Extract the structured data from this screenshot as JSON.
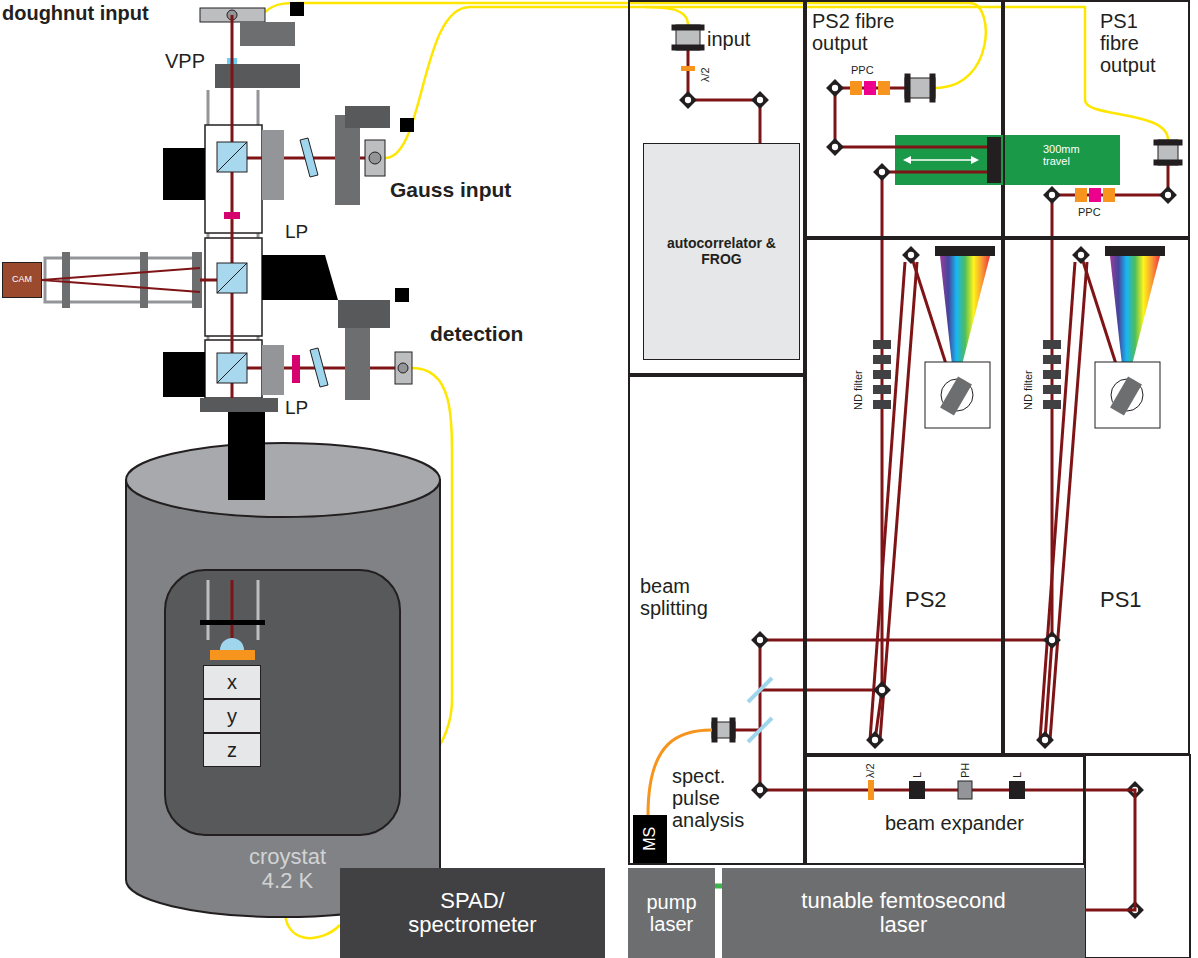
{
  "diagram": {
    "nodes": [
      {
        "text": [
          "CAM"
        ]
      },
      {
        "text": [
          "croystat 4.2 K"
        ]
      },
      {
        "text": [
          "x"
        ],
        "in": 1
      },
      {
        "text": [
          "y"
        ],
        "in": 1
      },
      {
        "text": [
          "z"
        ],
        "in": 1
      },
      {
        "text": [
          "SPAD/ spectrometer"
        ]
      },
      {
        "text": [
          "input"
        ]
      },
      {
        "text": [
          "autocorrelator & FROG"
        ],
        "in": 6
      },
      {
        "text": [
          "PS2 fibre output"
        ]
      },
      {
        "text": [
          "300mm travel"
        ],
        "in": 8
      },
      {
        "text": [
          "PS1 fibre output"
        ]
      },
      {
        "text": [
          "PS2"
        ]
      },
      {
        "text": [
          "PS1"
        ]
      },
      {
        "text": [
          "spect. pulse analysis"
        ]
      },
      {
        "text": [
          "MS"
        ],
        "in": 13
      },
      {
        "text": [
          "beam expander"
        ]
      },
      {
        "text": [
          "pump laser"
        ]
      },
      {
        "text": [
          "tunable femtosecond laser"
        ]
      }
    ],
    "edges": [
      {
        "from": 16,
        "to": 17,
        "arrow": "none"
      },
      {
        "from": 17,
        "to": 15,
        "arrow": "none"
      }
    ],
    "labels": [
      "doughnut input",
      "VPP",
      "Gauss input",
      "LP",
      "detection",
      "LP",
      "λ/2",
      "PPC",
      "PPC",
      "ND filter",
      "ND filter",
      "beam splitting",
      "λ/2",
      "L",
      "PH",
      "L"
    ]
  }
}
